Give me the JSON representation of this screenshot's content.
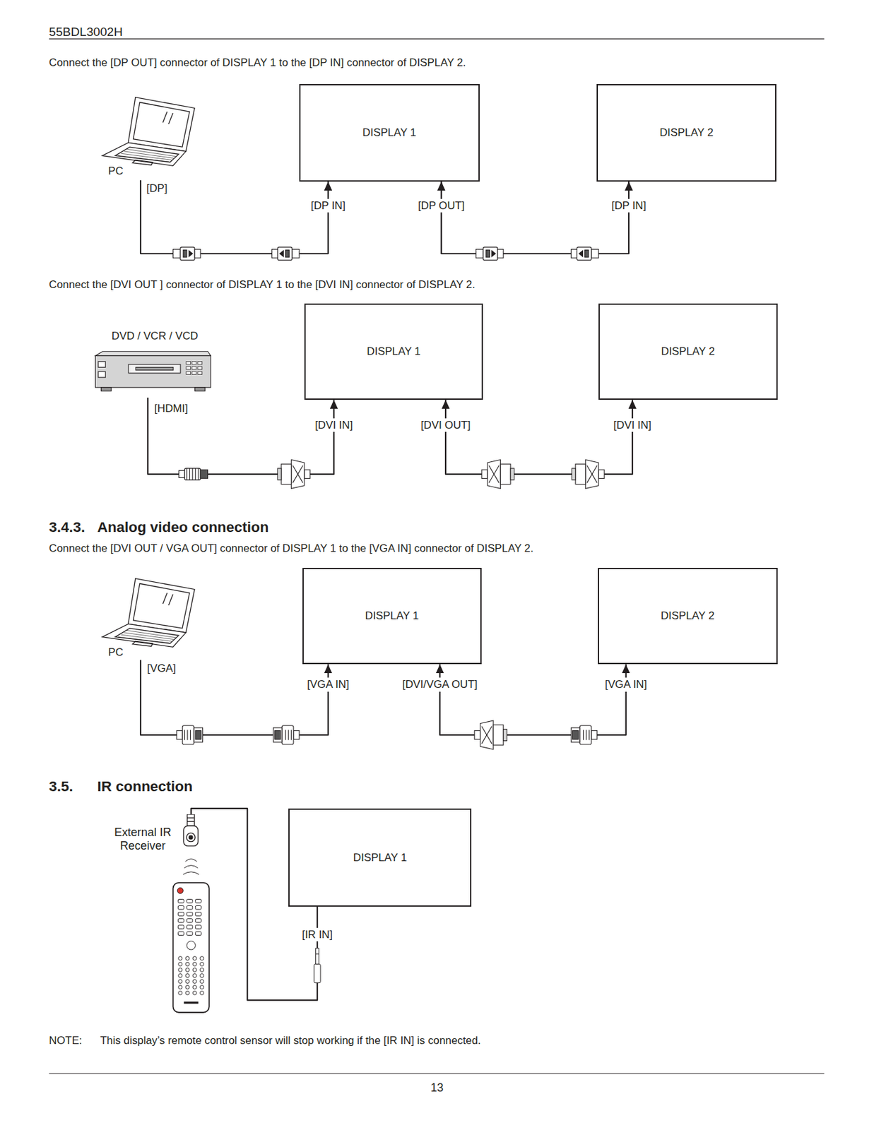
{
  "diagram": {
    "nodes": [
      {
        "text": [
          "PC"
        ]
      },
      {
        "text": [
          "DISPLAY 1"
        ]
      },
      {
        "text": [
          "DISPLAY 2"
        ]
      },
      {
        "text": [
          "DVD / VCR / VCD"
        ]
      },
      {
        "text": [
          "DISPLAY 1"
        ]
      },
      {
        "text": [
          "DISPLAY 2"
        ]
      },
      {
        "text": [
          "PC"
        ]
      },
      {
        "text": [
          "DISPLAY 1"
        ]
      },
      {
        "text": [
          "DISPLAY 2"
        ]
      },
      {
        "text": [
          "External IR Receiver"
        ]
      },
      {
        "text": [
          "DISPLAY 1"
        ]
      }
    ],
    "edges": [
      {
        "from": 0,
        "to": 1,
        "arrow": "to"
      },
      {
        "from": 1,
        "to": 2,
        "arrow": "both"
      },
      {
        "from": 3,
        "to": 4,
        "arrow": "to"
      },
      {
        "from": 4,
        "to": 5,
        "arrow": "both"
      },
      {
        "from": 6,
        "to": 7,
        "arrow": "to"
      },
      {
        "from": 7,
        "to": 8,
        "arrow": "both"
      },
      {
        "from": 9,
        "to": 10,
        "arrow": "none"
      }
    ],
    "labels": [
      "55BDL3002H",
      "Connect the [DP OUT] connector of DISPLAY 1 to the [DP IN] connector of DISPLAY 2.",
      "[DP]",
      "[DP IN]",
      "[DP OUT]",
      "[DP IN]",
      "Connect the [DVI OUT ] connector of DISPLAY 1 to the [DVI IN] connector of DISPLAY 2.",
      "[HDMI]",
      "[DVI IN]",
      "[DVI OUT]",
      "[DVI IN]",
      "3.4.3.",
      "Analog video connection",
      "Connect the [DVI OUT / VGA OUT] connector of DISPLAY 1 to the [VGA IN] connector of DISPLAY 2.",
      "[VGA]",
      "[VGA IN]",
      "[DVI/VGA OUT]",
      "[VGA IN]",
      "3.5.",
      "IR connection",
      "[IR IN]",
      "NOTE:",
      "This display’s remote control sensor will stop working if the [IR IN] is connected.",
      "13"
    ]
  }
}
